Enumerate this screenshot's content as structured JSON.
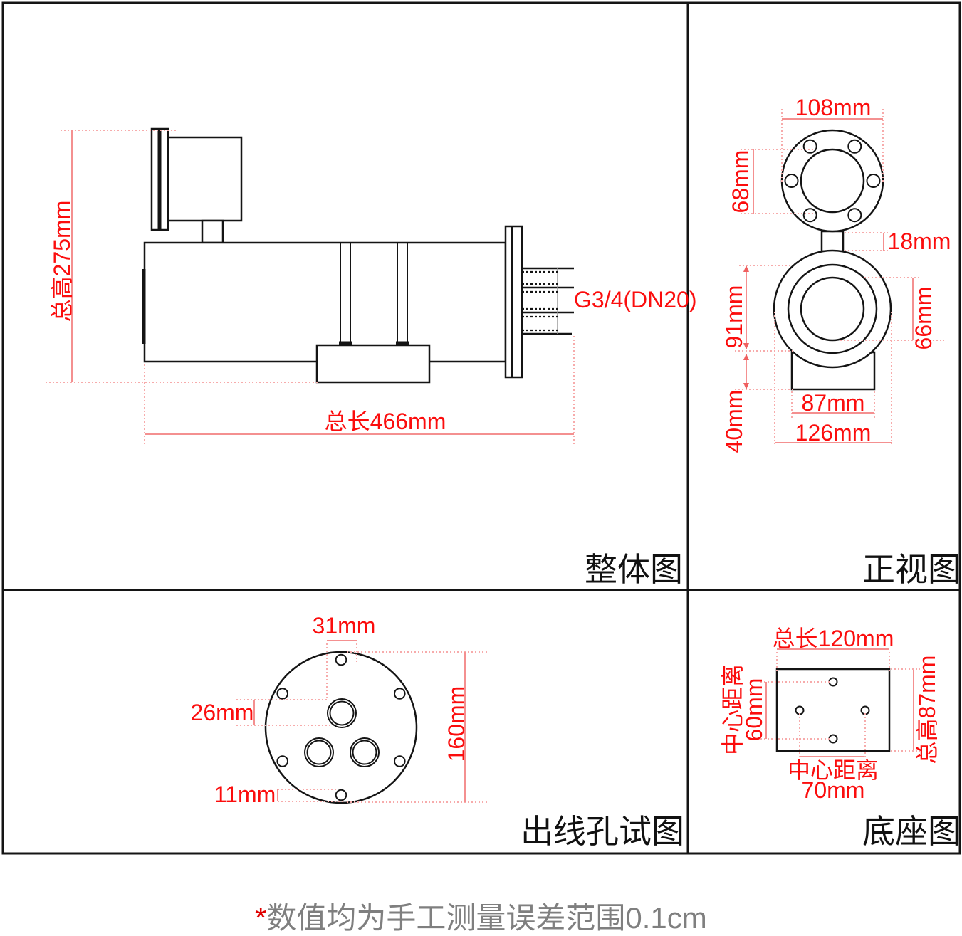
{
  "panels": {
    "overall": {
      "label": "整体图",
      "dim_height": "总高275mm",
      "dim_length": "总长466mm",
      "thread": "G3/4(DN20)"
    },
    "front": {
      "label": "正视图",
      "dim_flange_width": "108mm",
      "dim_bolt_span": "68mm",
      "dim_neck": "18mm",
      "dim_body_height": "91mm",
      "dim_bore": "66mm",
      "dim_base_width": "87mm",
      "dim_outer_width": "126mm",
      "dim_base_height": "40mm"
    },
    "outlet": {
      "label": "出线孔试图",
      "dim_hole_width": "31mm",
      "dim_hole_offset": "26mm",
      "dim_edge_offset": "11mm",
      "dim_diameter": "160mm"
    },
    "base": {
      "label": "底座图",
      "dim_length": "总长120mm",
      "dim_center_left_label": "中心距离",
      "dim_center_left_value": "60mm",
      "dim_height": "总高87mm",
      "dim_center_bottom_label": "中心距离",
      "dim_center_bottom_value": "70mm"
    }
  },
  "footnote": {
    "star": "*",
    "text": "数值均为手工测量误差范围0.1cm"
  },
  "colors": {
    "dim_text_red": "#fb0d0d",
    "dim_line_pink": "#f49090",
    "dim_dotted_pink": "#f7abab",
    "drawing_black": "#141414",
    "note_gray": "#7f7f7f",
    "background": "#ffffff"
  }
}
